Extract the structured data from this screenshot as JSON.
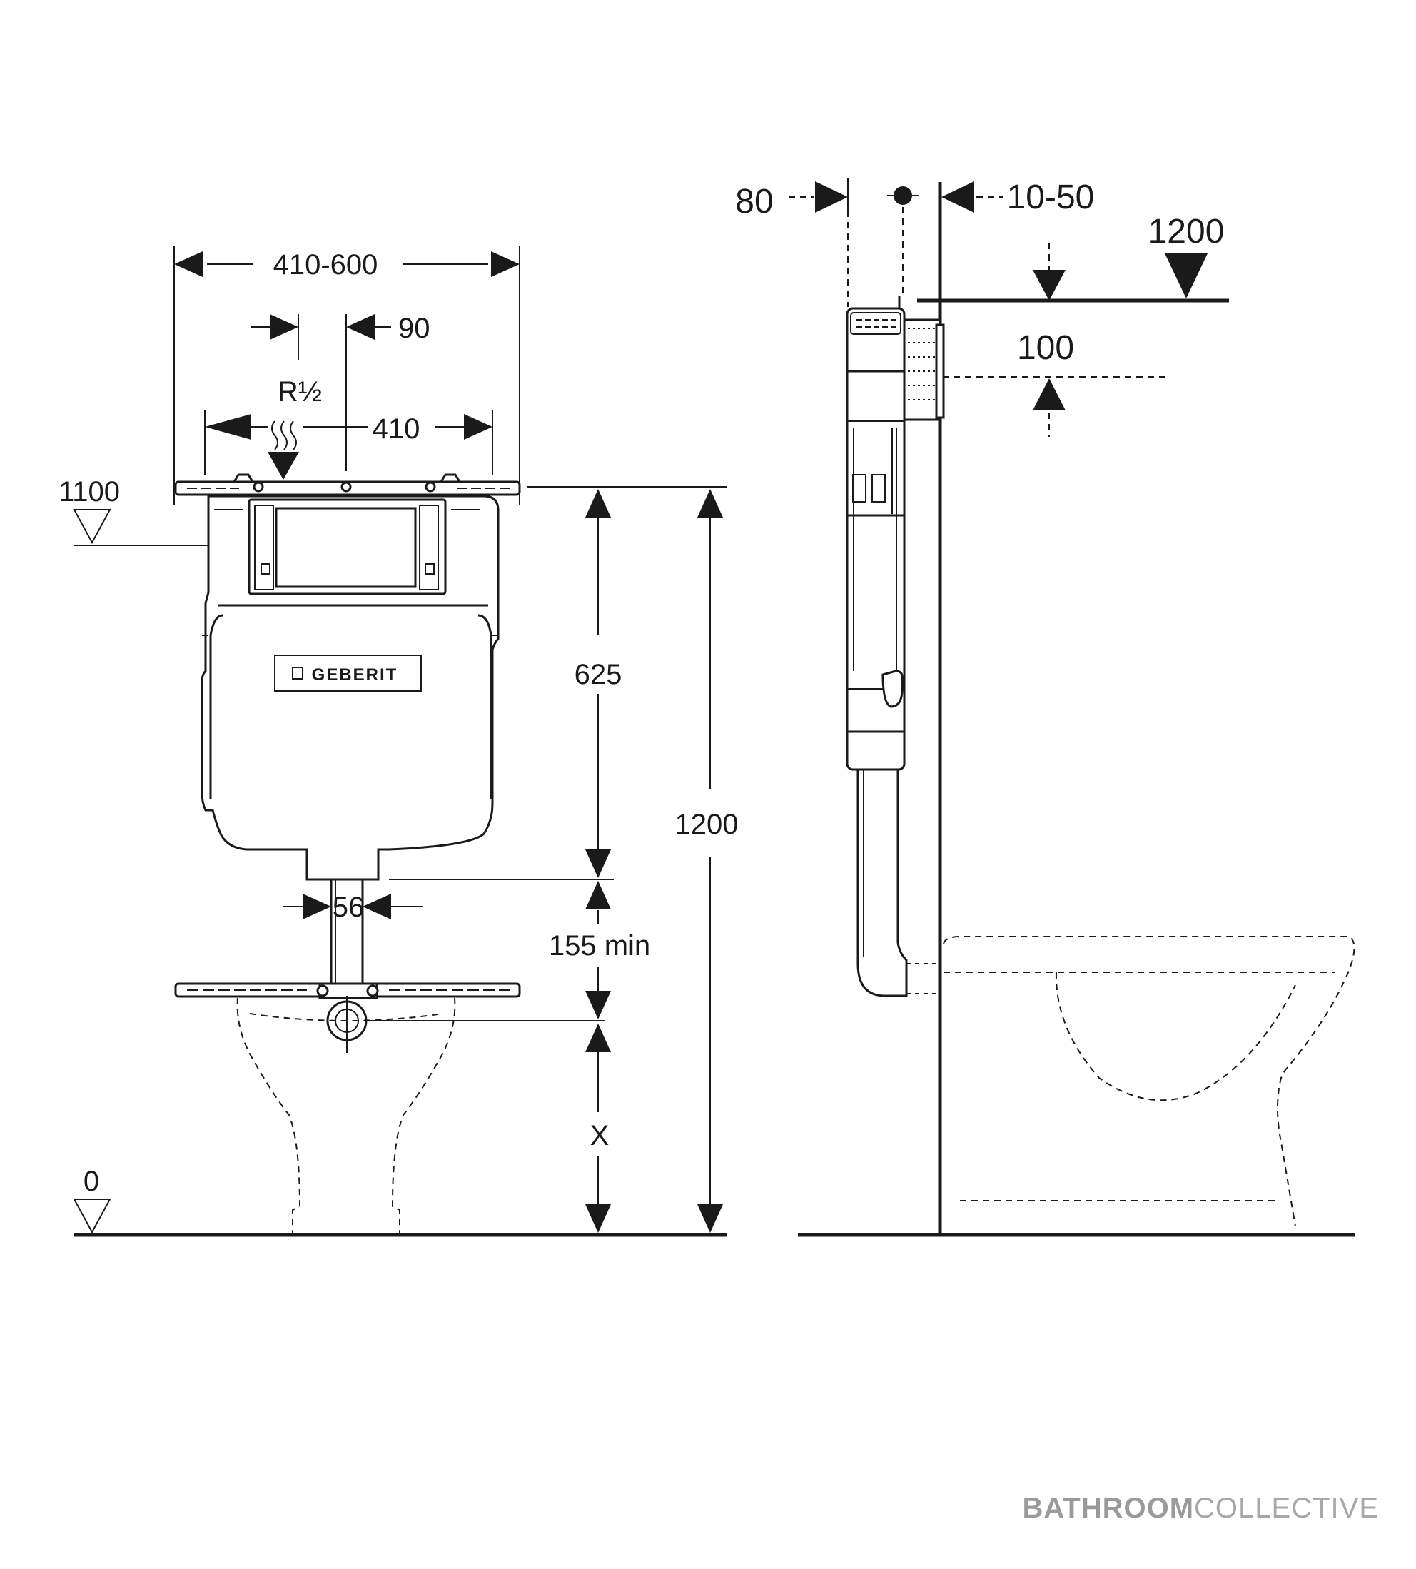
{
  "front_view": {
    "width_range": "410-600",
    "offset_90": "90",
    "inlet_thread": "R½",
    "width_410": "410",
    "level_1100": "1100",
    "height_625": "625",
    "height_1200": "1200",
    "pipe_56": "56",
    "min_155": "155 min",
    "var_x": "X",
    "level_0": "0",
    "logo_text": "GEBERIT"
  },
  "side_view": {
    "depth_80": "80",
    "offset_10_50": "10-50",
    "level_1200": "1200",
    "offset_100": "100"
  },
  "watermark": {
    "bold": "BATHROOM",
    "light": "COLLECTIVE"
  }
}
